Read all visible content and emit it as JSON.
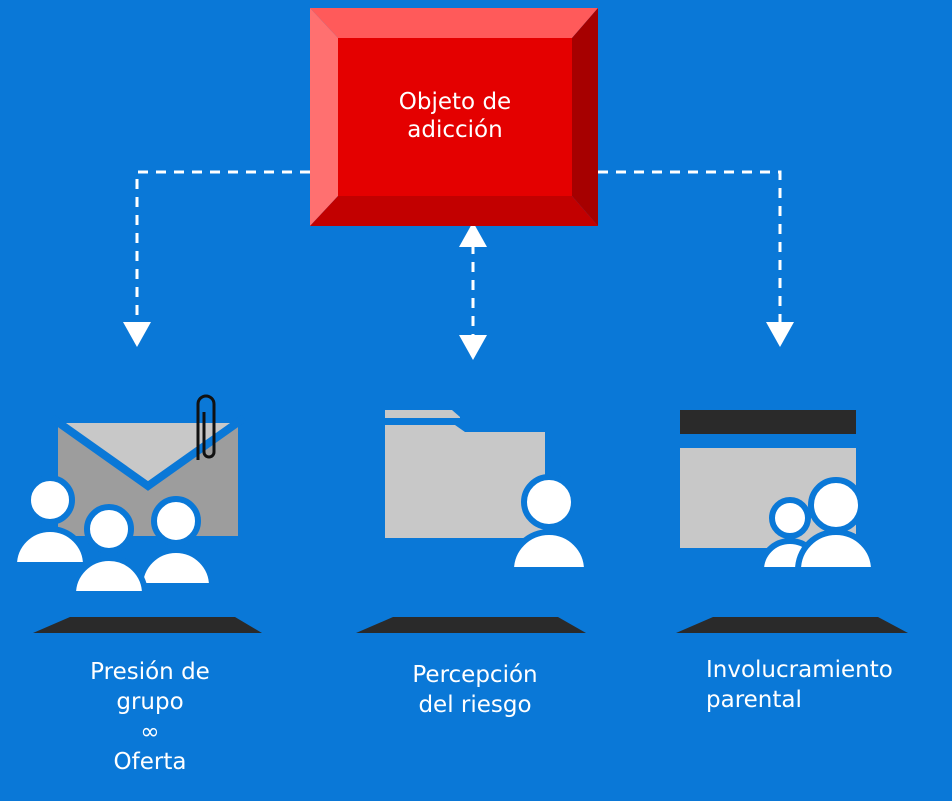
{
  "colors": {
    "background": "#0a78d7",
    "box_red": "#e40000",
    "icon_gray": "#c8c8c8",
    "icon_dark_gray": "#9d9d9d",
    "shelf": "#2a2a2a",
    "white": "#ffffff"
  },
  "center_box": {
    "line1": "Objeto de",
    "line2": "adicción"
  },
  "nodes": [
    {
      "icon": "mail-group-icon",
      "lines": [
        "Presión de",
        "grupo",
        "∞",
        "Oferta"
      ]
    },
    {
      "icon": "folder-person-icon",
      "lines": [
        "Percepción",
        "del riesgo"
      ]
    },
    {
      "icon": "window-parent-child-icon",
      "lines": [
        "Involucramiento",
        "parental"
      ]
    }
  ]
}
